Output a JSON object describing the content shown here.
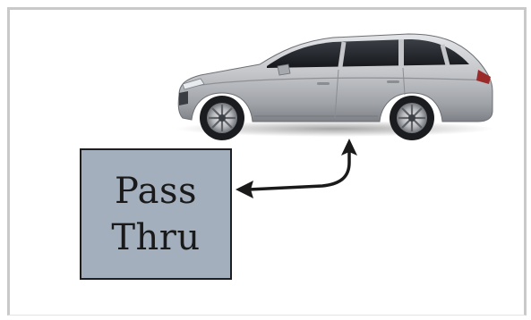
{
  "label": {
    "line1": "Pass",
    "line2": "Thru"
  },
  "icons": {
    "vehicle": "station-wagon-car-image",
    "connector": "curved-double-arrow"
  },
  "colors": {
    "box_fill": "#a3afbd",
    "box_border": "#1e1e1e",
    "arrow": "#1a1a1a",
    "car_body": "#c4c6ca"
  }
}
